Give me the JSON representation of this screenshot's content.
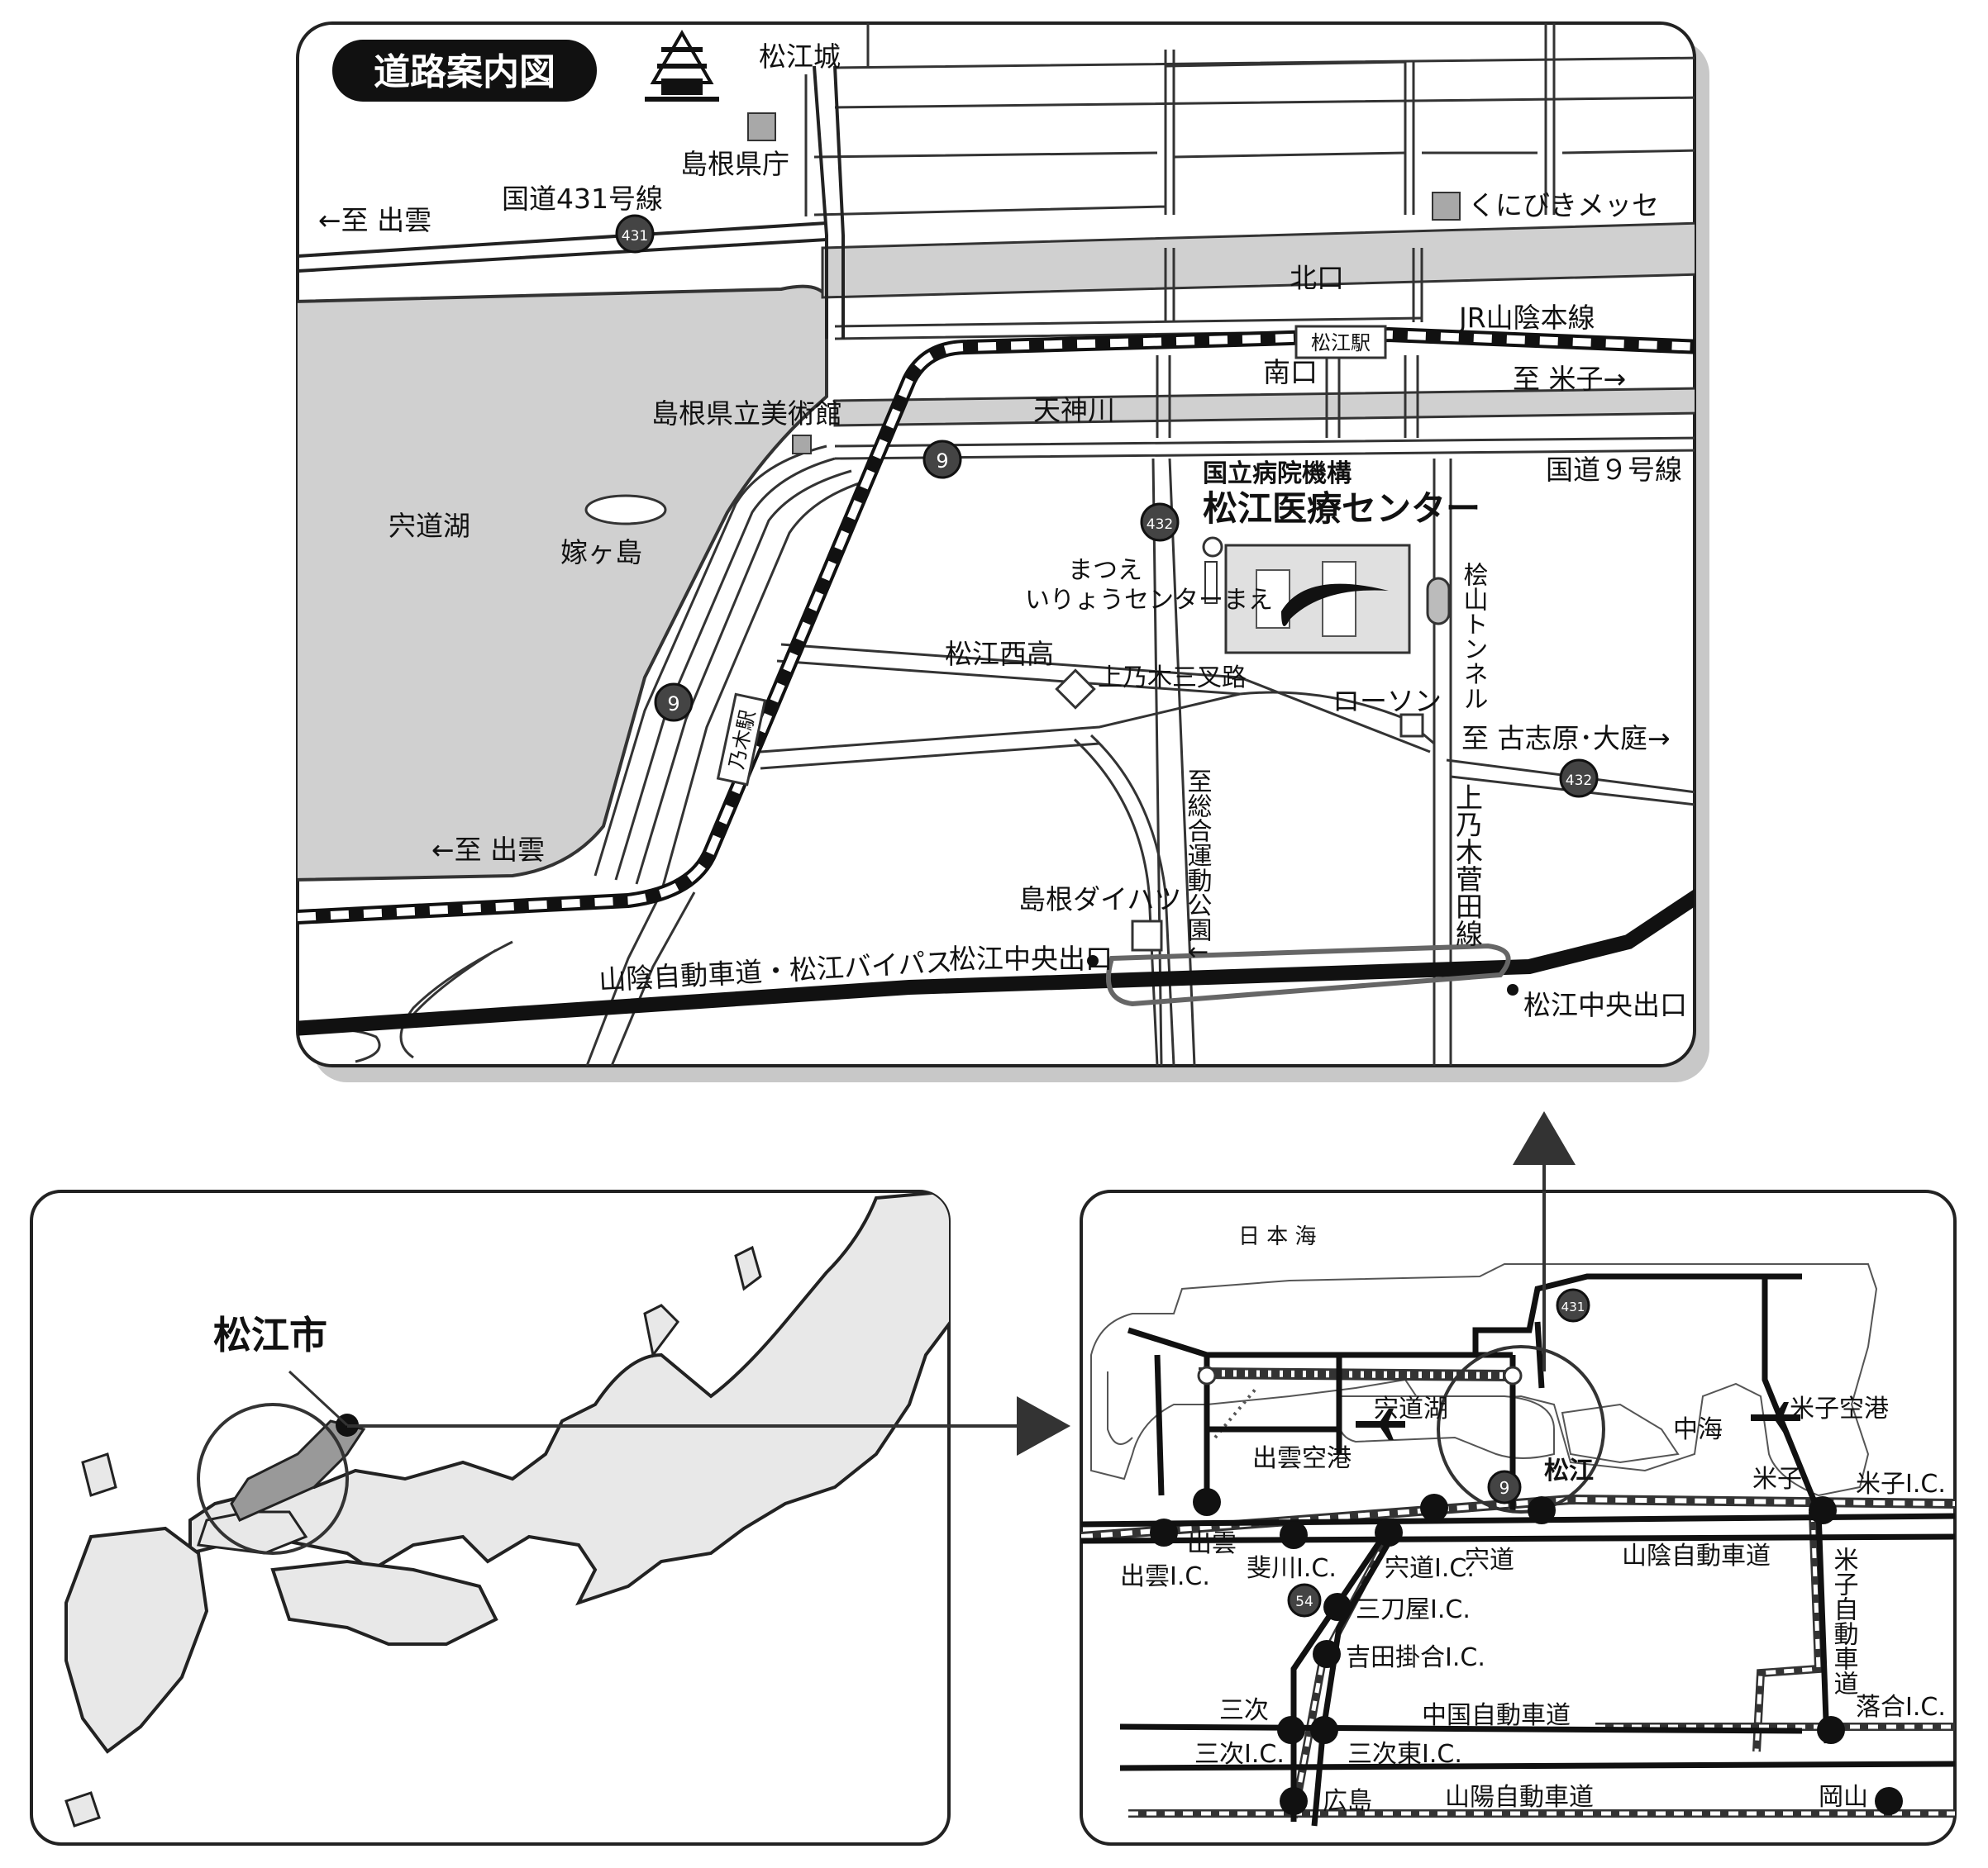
{
  "detail_map": {
    "title": "道路案内図",
    "labels": {
      "matsue_castle": "松江城",
      "prefectural_office": "島根県庁",
      "route431": "国道431号線",
      "to_izumo_top": "←至 出雲",
      "kunibiki_messe": "くにびきメッセ",
      "kitaguchi": "北口",
      "jr_line": "JR山陰本線",
      "matsue_station": "松江駅",
      "minamiguchi": "南口",
      "to_yonago": "至 米子→",
      "tenjin_river": "天神川",
      "art_museum": "島根県立美術館",
      "route9_line": "国道９号線",
      "hospital_org": "国立病院機構",
      "hospital_name": "松江医療センター",
      "lake_shinji": "宍道湖",
      "yomegashima": "嫁ヶ島",
      "bus_stop_1": "まつえ",
      "bus_stop_2": "いりょうセンターまえ",
      "kamagayama_tunnel": "桧山トンネル",
      "matsue_nishi_hs": "松江西高",
      "agenogi_junction": "上乃木三叉路",
      "lawson": "ローソン",
      "to_koshibara": "至 古志原･大庭→",
      "nogi_station": "乃木駅",
      "to_sports_park": "至総合運動公園↓",
      "agenogi_sugata_line": "上乃木菅田線",
      "to_izumo_bottom": "←至 出雲",
      "shimane_daihatsu": "島根ダイハツ",
      "matsue_chuo_exit_left": "松江中央出口",
      "matsue_chuo_exit_right": "松江中央出口",
      "sanin_expressway_bypass": "山陰自動車道・松江バイパス"
    },
    "route_shields": [
      "431",
      "9",
      "9",
      "432",
      "432"
    ]
  },
  "japan_map": {
    "city_label": "松江市"
  },
  "region_map": {
    "labels": {
      "sea": "日 本 海",
      "lake_shinji": "宍道湖",
      "nakaumi": "中海",
      "yonago_airport": "米子空港",
      "izumo_airport": "出雲空港",
      "matsue": "松江",
      "yonago": "米子",
      "yonago_ic": "米子I.C.",
      "izumo": "出雲",
      "izumo_ic": "出雲I.C.",
      "hikawa_ic": "斐川I.C.",
      "shinji_ic": "宍道I.C.",
      "shinji": "宍道",
      "sanin_expressway": "山陰自動車道",
      "yonago_expressway": "米子自動車道",
      "mitoya_ic": "三刀屋I.C.",
      "yoshida_kakeai_ic": "吉田掛合I.C.",
      "miyoshi": "三次",
      "chugoku_expressway": "中国自動車道",
      "ochiai_ic": "落合I.C.",
      "miyoshi_ic": "三次I.C.",
      "miyoshi_higashi_ic": "三次東I.C.",
      "hiroshima": "広島",
      "sanyo_expressway": "山陽自動車道",
      "okayama": "岡山"
    },
    "route_shields": [
      "431",
      "9",
      "54"
    ]
  }
}
